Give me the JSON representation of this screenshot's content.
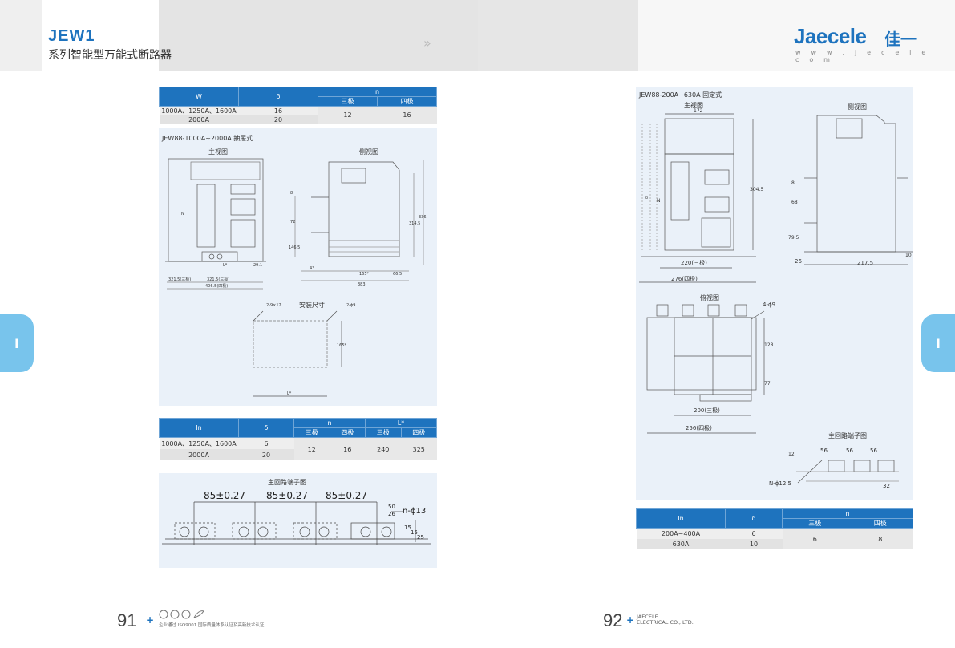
{
  "header": {
    "series": "JEW1",
    "subtitle": "系列智能型万能式断路器",
    "brand": "Jaecele",
    "brand_cn": "佳一",
    "website": "w w w . j e c e l e . c o m"
  },
  "side_tab_label": "I",
  "table1": {
    "headers": {
      "w": "W",
      "s": "δ",
      "n": "n",
      "n3": "三极",
      "n4": "四极"
    },
    "rows": [
      {
        "w": "1000A、1250A、1600A",
        "s": "16"
      },
      {
        "w": "2000A",
        "s": "20"
      }
    ],
    "n3": "12",
    "n4": "16"
  },
  "panel1": {
    "title": "JEW88-1000A~2000A 抽屉式",
    "front_view": "主视图",
    "side_view": "侧视图",
    "mount_label": "安装尺寸",
    "dims": {
      "d3215": "321.5(三极)",
      "d4065": "406.5(四极)",
      "d43": "43",
      "d165s": "165*",
      "d665": "66.5",
      "d383": "383",
      "d8": "8",
      "d72": "72",
      "d1465": "146.5",
      "d3145": "314.5",
      "d336": "336",
      "L": "L*",
      "d291": "29.1",
      "N": "N",
      "hole2x12": "2-9×12",
      "hole2phi9": "2-ϕ9",
      "d165v": "165*",
      "Lm": "L*"
    }
  },
  "table2": {
    "headers": {
      "in": "In",
      "s": "δ",
      "n": "n",
      "l": "L*",
      "n3": "三极",
      "n4": "四极",
      "l3": "三极",
      "l4": "四极"
    },
    "rows": [
      {
        "in": "1000A、1250A、1600A",
        "s": "6"
      },
      {
        "in": "2000A",
        "s": "20"
      }
    ],
    "n3": "12",
    "n4": "16",
    "l3": "240",
    "l4": "325"
  },
  "panel2": {
    "title": "主回路端子图",
    "dims": {
      "p1": "85±0.27",
      "p2": "85±0.27",
      "p3": "85±0.27",
      "hole": "n-ϕ13",
      "d50": "50",
      "d26": "26",
      "d15": "15",
      "d15b": "15",
      "d25": "25"
    }
  },
  "panel3": {
    "title": "JEW88-200A~630A 固定式",
    "front_view": "主视图",
    "side_view": "侧视图",
    "top_view": "俯视图",
    "terminal_title": "主回路端子图",
    "dims": {
      "d172": "172",
      "d3045": "304.5",
      "d220": "220(三极)",
      "d276": "276(四极)",
      "d8": "8",
      "d68": "68",
      "d795": "79.5",
      "d26": "26",
      "d2175": "217.5",
      "d10": "10",
      "hole": "4-ϕ9",
      "d128": "128",
      "d77": "77",
      "d200": "200(三极)",
      "d256": "256(四极)",
      "d12": "12",
      "t56a": "56",
      "t56b": "56",
      "t56c": "56",
      "thole": "N-ϕ12.5",
      "d32": "32",
      "N": "N",
      "delta": "δ"
    }
  },
  "table3": {
    "headers": {
      "in": "In",
      "s": "δ",
      "n": "n",
      "n3": "三极",
      "n4": "四极"
    },
    "rows": [
      {
        "in": "200A~400A",
        "s": "6"
      },
      {
        "in": "630A",
        "s": "10"
      }
    ],
    "n3": "6",
    "n4": "8"
  },
  "footer": {
    "page_left": "91",
    "page_right": "92",
    "cert_text": "企业通过 ISO9001 国际质量体系认证及高新技术认证",
    "company_line1": "JAECELE",
    "company_line2": "ELECTRICAL CO., LTD."
  },
  "colors": {
    "accent": "#1e73be",
    "tab": "#78c4ec",
    "panel_bg": "#eaf1f9"
  }
}
